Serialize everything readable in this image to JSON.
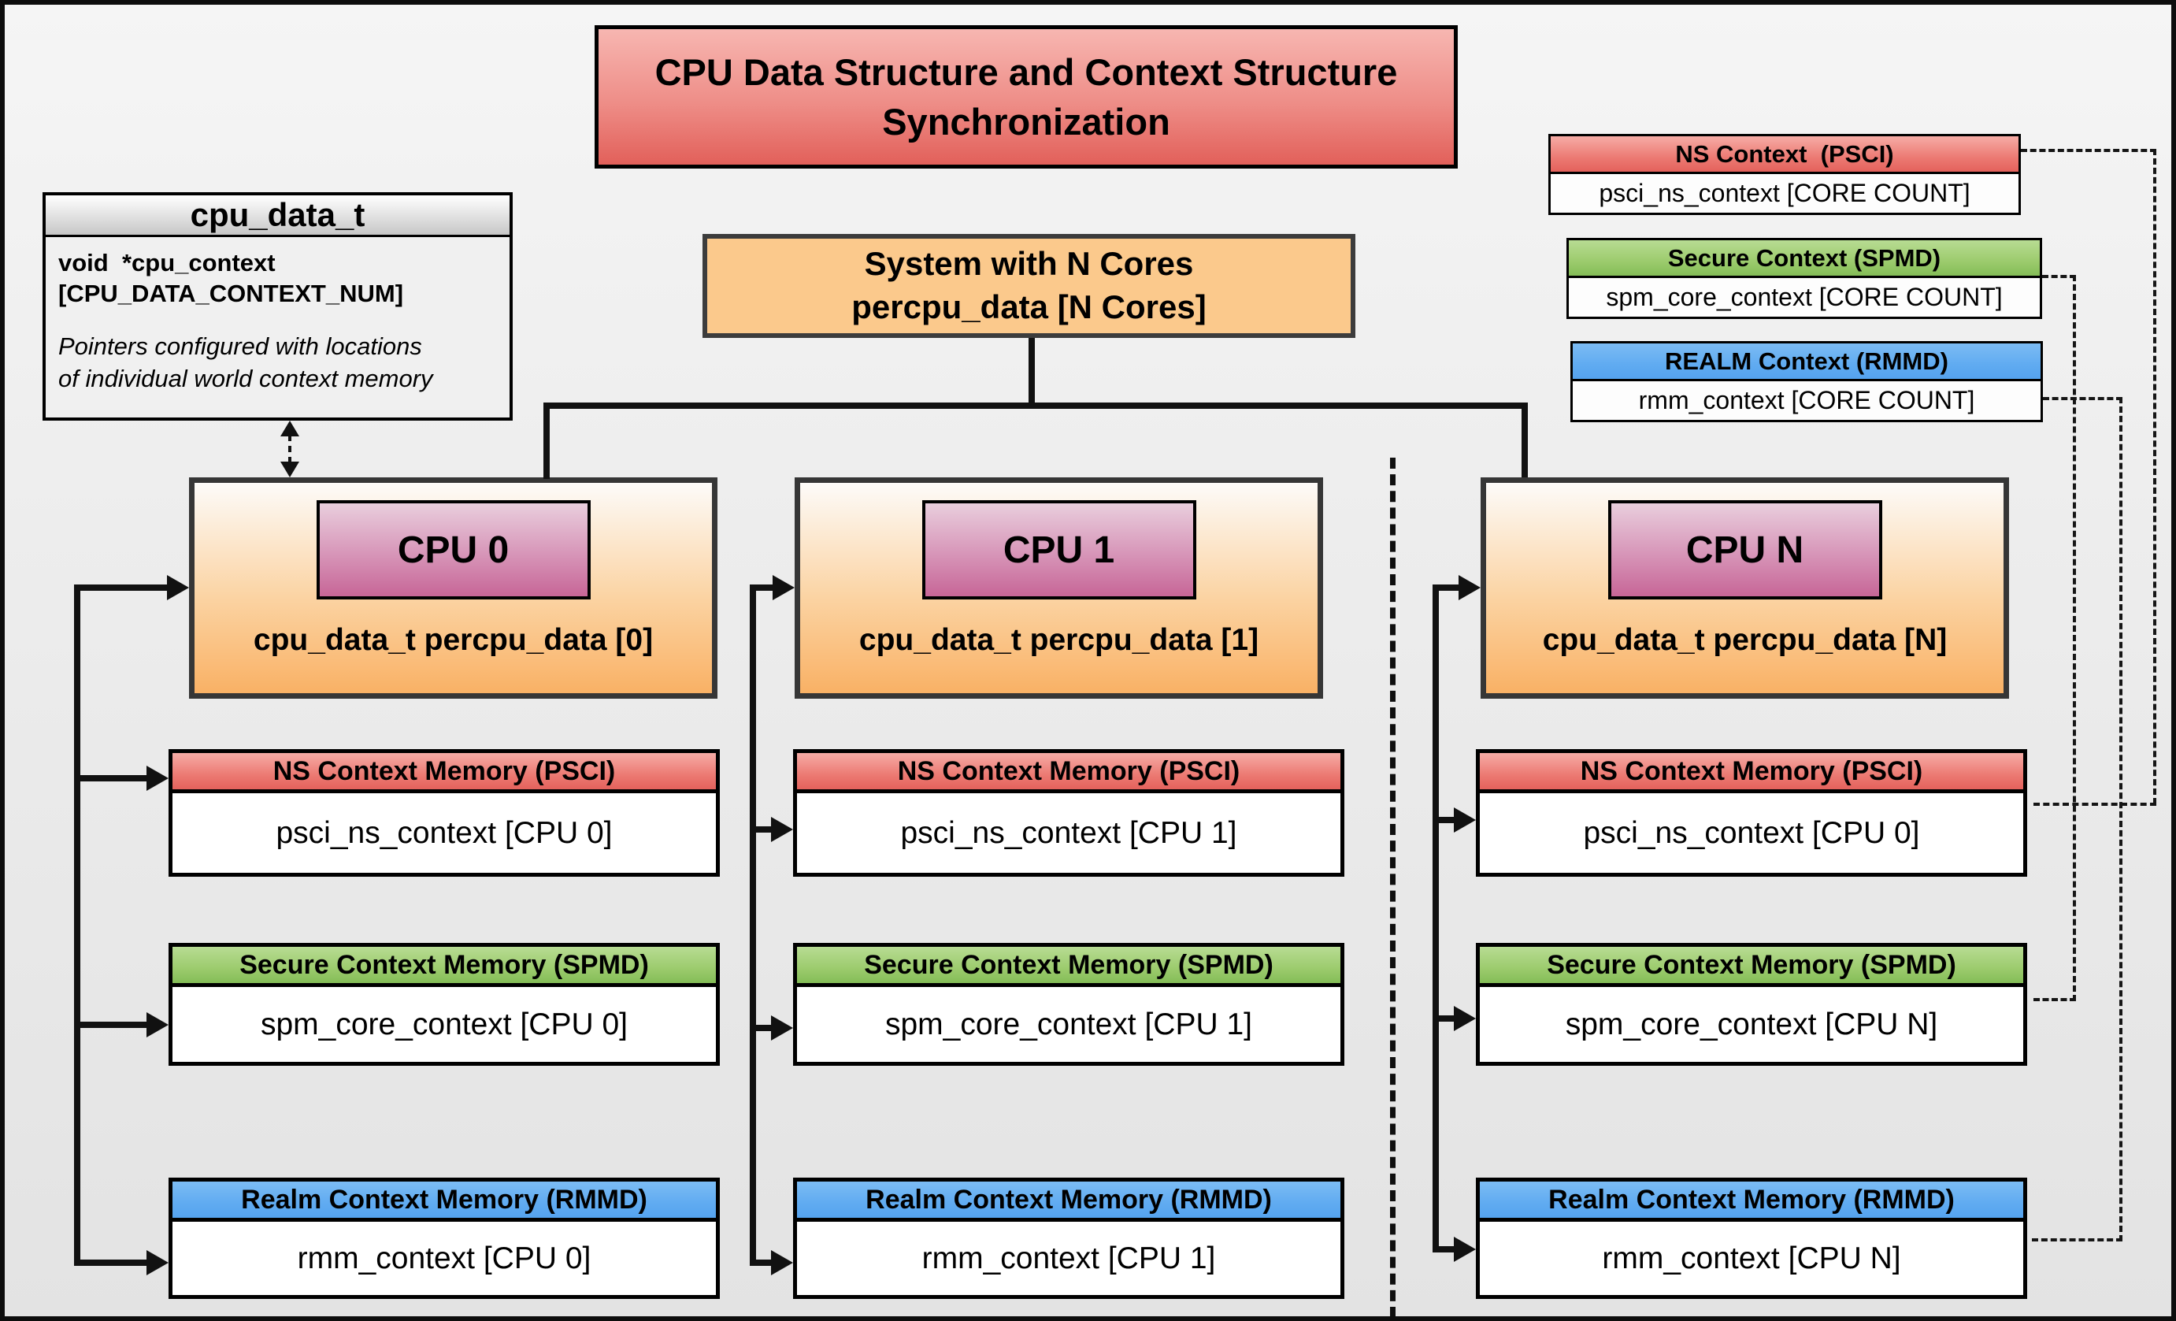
{
  "title": "CPU Data Structure and Context Structure Synchronization",
  "struct": {
    "header": "cpu_data_t",
    "line1": "void  *cpu_context",
    "line2": "[CPU_DATA_CONTEXT_NUM]",
    "note1": "Pointers configured with locations",
    "note2": "of individual world context memory"
  },
  "system": {
    "line1": "System with N Cores",
    "line2": "percpu_data [N Cores]"
  },
  "legend": [
    {
      "header": "NS Context  (PSCI)",
      "body": "psci_ns_context [CORE COUNT]"
    },
    {
      "header": "Secure Context (SPMD)",
      "body": "spm_core_context [CORE COUNT]"
    },
    {
      "header": "REALM Context (RMMD)",
      "body": "rmm_context [CORE COUNT]"
    }
  ],
  "columns": [
    {
      "cpu": "CPU 0",
      "data_label": "cpu_data_t percpu_data [0]",
      "ns_header": "NS Context Memory (PSCI)",
      "ns_body": "psci_ns_context [CPU 0]",
      "spmd_header": "Secure Context Memory (SPMD)",
      "spmd_body": "spm_core_context [CPU 0]",
      "rmmd_header": "Realm Context Memory (RMMD)",
      "rmmd_body": "rmm_context [CPU 0]"
    },
    {
      "cpu": "CPU 1",
      "data_label": "cpu_data_t percpu_data [1]",
      "ns_header": "NS Context Memory (PSCI)",
      "ns_body": "psci_ns_context [CPU 1]",
      "spmd_header": "Secure Context Memory (SPMD)",
      "spmd_body": "spm_core_context [CPU 1]",
      "rmmd_header": "Realm Context Memory (RMMD)",
      "rmmd_body": "rmm_context [CPU 1]"
    },
    {
      "cpu": "CPU N",
      "data_label": "cpu_data_t percpu_data [N]",
      "ns_header": "NS Context Memory (PSCI)",
      "ns_body": "psci_ns_context [CPU 0]",
      "spmd_header": "Secure Context Memory (SPMD)",
      "spmd_body": "spm_core_context [CPU N]",
      "rmmd_header": "Realm Context Memory (RMMD)",
      "rmmd_body": "rmm_context [CPU N]"
    }
  ],
  "colors": {
    "ns_red": "#e4625c",
    "secure_green": "#84bd57",
    "realm_blue": "#55a3ef",
    "cpu_orange": "#f9b165",
    "chip_pink": "#c76697",
    "title_red": "#e2605a"
  }
}
